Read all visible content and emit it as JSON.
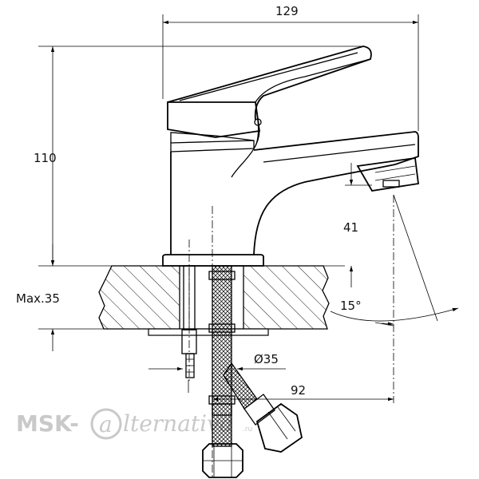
{
  "dimensions": {
    "width_total": "129",
    "height_total": "110",
    "aerator_height": "41",
    "max_thickness": "Max.35",
    "hole_diameter": "Ø35",
    "reach": "92",
    "swing_angle": "15°"
  },
  "watermark": {
    "brand_left": "MSK-",
    "at_glyph": "a",
    "brand_right": "lternativa",
    "domain": ".ru"
  }
}
